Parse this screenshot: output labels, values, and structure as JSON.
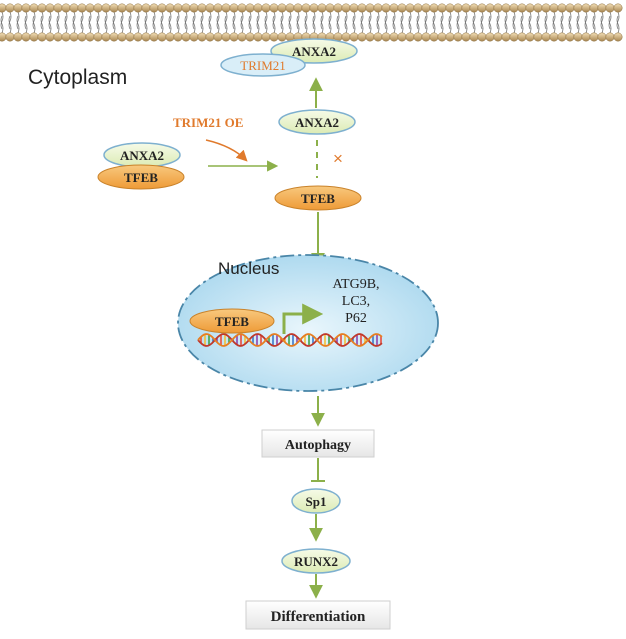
{
  "labels": {
    "cytoplasm": "Cytoplasm",
    "nucleus": "Nucleus",
    "trim21_oe": "TRIM21 OE",
    "x_mark": "×"
  },
  "proteins": {
    "anxa2_membrane": "ANXA2",
    "trim21_membrane": "TRIM21",
    "anxa2_cyto": "ANXA2",
    "anxa2_complex": "ANXA2",
    "tfeb_complex": "TFEB",
    "tfeb_cyto": "TFEB",
    "tfeb_nucleus": "TFEB"
  },
  "genes": {
    "line1": "ATG9B,",
    "line2": "LC3,",
    "line3": "P62"
  },
  "outcomes": {
    "autophagy": "Autophagy",
    "sp1": "Sp1",
    "runx2": "RUNX2",
    "differentiation": "Differentiation"
  },
  "colors": {
    "anxa2_fill": "#eef5d6",
    "anxa2_stroke": "#7eb0cf",
    "tfeb_fill": "#f5b25a",
    "trim21_text": "#e07a2c",
    "arrow_green": "#8cb04a",
    "nucleus_fill": "#bfe2f2",
    "nucleus_stroke": "#4a86a8"
  }
}
